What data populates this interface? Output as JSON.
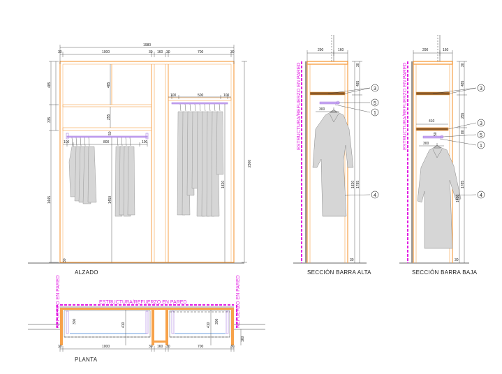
{
  "captions": {
    "alzado": "ALZADO",
    "planta": "PLANTA",
    "seccion_alta": "SECCIÓN BARRA ALTA",
    "seccion_baja": "SECCIÓN BARRA BAJA"
  },
  "labels": {
    "estructura_refuerzo": "ESTRUCTURA/REFUERZO EN PARED",
    "refuerzo_pared": "REFUERZO EN PARED"
  },
  "alzado_dims": {
    "total_width": "1980",
    "side_left": "30",
    "bay_left": "1000",
    "mid_a": "30",
    "mid_b": "160",
    "mid_c": "30",
    "bay_right": "700",
    "side_right": "30",
    "top_shelf": "485",
    "shelf_gap": "255",
    "upper_zone": "335",
    "rail_label": "50",
    "left_rail_a": "100",
    "left_rail_width": "800",
    "left_rail_b": "100",
    "right_rail_a": "100",
    "right_rail_width": "500",
    "right_rail_b": "100",
    "lower_zone": "1445",
    "left_hang": "1450",
    "right_hang": "1820",
    "total_height": "2300",
    "plinth": "30"
  },
  "sec_alta_dims": {
    "depth_a": "290",
    "depth_b": "160",
    "side": "30",
    "top_shelf": "485",
    "rail_gap": "300",
    "hang": "1820",
    "rail_height": "1785",
    "bottom": "30"
  },
  "sec_baja_dims": {
    "depth_a": "290",
    "depth_b": "160",
    "side": "30",
    "top_shelf": "485",
    "shelf_gap": "255",
    "shelf_depth": "410",
    "shelf_thk": "80",
    "rail_label": "50",
    "rail_gap": "300",
    "hang": "1450",
    "rail_height": "1785",
    "bottom": "30"
  },
  "planta_dims": {
    "side_left": "30",
    "bay_left": "1000",
    "mid_a": "30",
    "mid_b": "160",
    "mid_c": "30",
    "bay_right": "700",
    "side_right": "30",
    "depth_left": "300",
    "depth_inner_left": "410",
    "depth_inner_right": "410",
    "depth_right": "300",
    "right_step": "160"
  },
  "callouts": {
    "n1": "1",
    "n3": "3",
    "n4": "4",
    "n5": "5"
  },
  "colors": {
    "orange": "#f7a24a",
    "magenta": "#e21ee2",
    "purple": "#a97fe0",
    "garment": "#d6d6d6",
    "line": "#333333"
  }
}
